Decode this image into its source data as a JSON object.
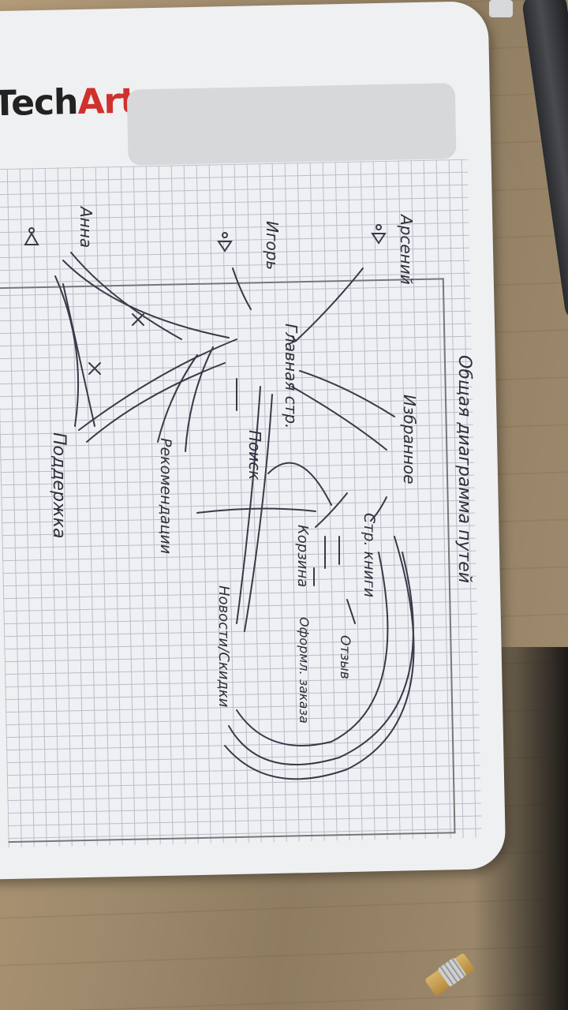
{
  "logo": {
    "text_1": "Tech",
    "text_2": "Art"
  },
  "sketch": {
    "title": "Общая диаграмма путей",
    "actors": [
      "Арсений",
      "Игорь",
      "Анна"
    ],
    "nodes": {
      "main": "Главная стр.",
      "favorites": "Избранное",
      "search": "Поиск",
      "recommendations": "Рекомендации",
      "support": "Поддержка",
      "book_page": "Стр. книги",
      "cart": "Корзина",
      "review": "Отзыв",
      "checkout": "Оформл. заказа",
      "news": "Новости/Скидки"
    }
  },
  "colors": {
    "ink": "#2f2f3a",
    "paper": "#eef0f2",
    "grid": "#b9bec8",
    "logo_red": "#d0312d"
  }
}
